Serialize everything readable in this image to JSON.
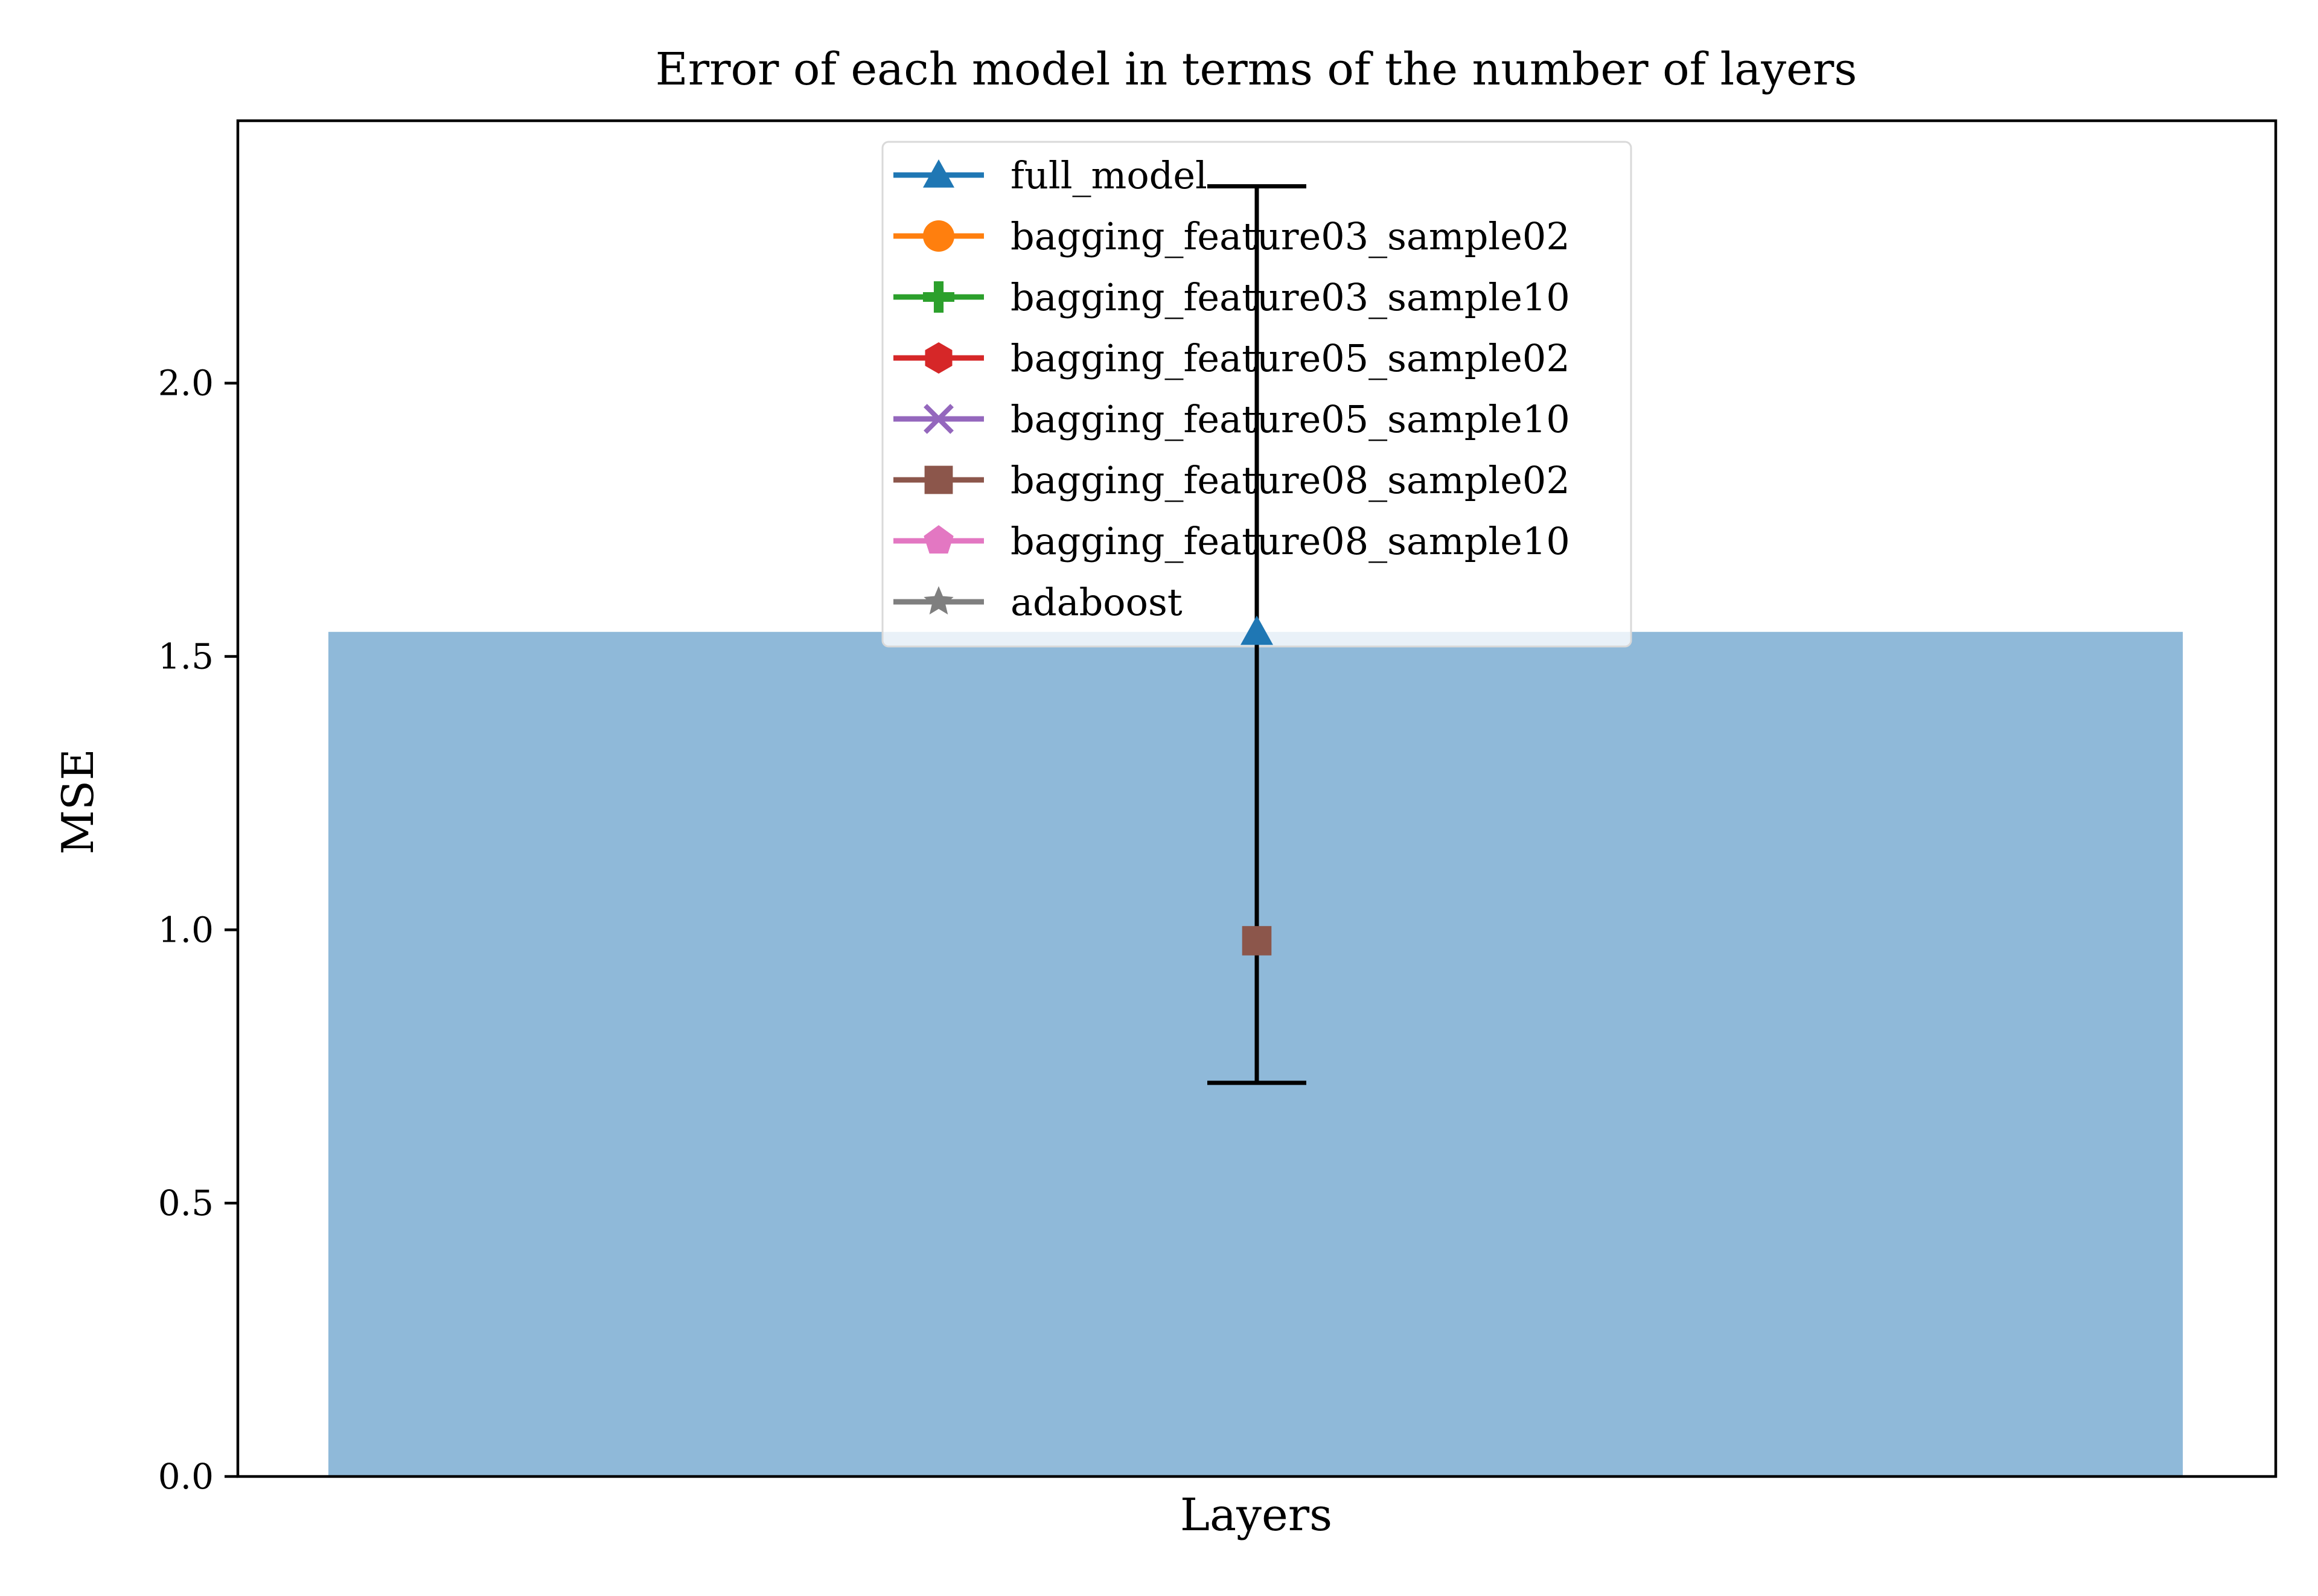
{
  "chart_data": {
    "type": "bar",
    "title": "Error of each model in terms of the number of layers",
    "xlabel": "Layers",
    "ylabel": "MSE",
    "ylim": [
      0,
      2.48
    ],
    "yticks": [
      "0.0",
      "0.5",
      "1.0",
      "1.5",
      "2.0"
    ],
    "grid": false,
    "legend_position": "top-center",
    "bar": {
      "value": 1.545,
      "color": "#8fb9d9"
    },
    "series": [
      {
        "name": "full_model",
        "color": "#1f77b4",
        "marker": "triangle",
        "value": 1.545
      },
      {
        "name": "bagging_feature03_sample02",
        "color": "#ff7f0e",
        "marker": "circle",
        "value": null
      },
      {
        "name": "bagging_feature03_sample10",
        "color": "#2ca02c",
        "marker": "plus",
        "value": null
      },
      {
        "name": "bagging_feature05_sample02",
        "color": "#d62728",
        "marker": "hexagon",
        "value": null
      },
      {
        "name": "bagging_feature05_sample10",
        "color": "#9467bd",
        "marker": "x",
        "value": null
      },
      {
        "name": "bagging_feature08_sample02",
        "color": "#8c564b",
        "marker": "square",
        "value": 0.98
      },
      {
        "name": "bagging_feature08_sample10",
        "color": "#e377c2",
        "marker": "pentagon",
        "value": null
      },
      {
        "name": "adaboost",
        "color": "#7f7f7f",
        "marker": "star",
        "value": null
      }
    ],
    "error_bars": [
      {
        "series": "bagging_feature08_sample02",
        "center": 0.98,
        "low": 0.72,
        "high": 2.36,
        "color": "#000000"
      }
    ]
  }
}
